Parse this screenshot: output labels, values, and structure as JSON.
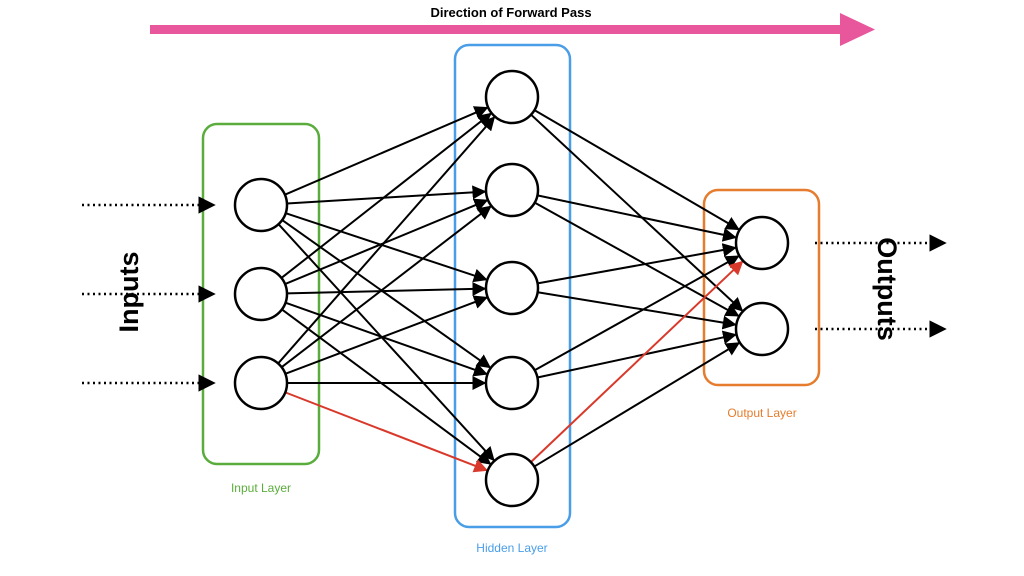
{
  "title": "Direction of Forward Pass",
  "side_labels": {
    "inputs": "Inputs",
    "outputs": "Outputs"
  },
  "layers": [
    {
      "id": "input",
      "label": "Input Layer",
      "neurons": 3
    },
    {
      "id": "hidden",
      "label": "Hidden Layer",
      "neurons": 5
    },
    {
      "id": "output",
      "label": "Output Layer",
      "neurons": 2
    }
  ],
  "highlighted_path": {
    "description_nodes": [
      "input.3",
      "hidden.5",
      "output.1"
    ]
  },
  "colors": {
    "arrow_forward_pass": "#e8569c",
    "input_layer": "#5aad3c",
    "hidden_layer": "#4a9ee8",
    "output_layer": "#e57c2e",
    "highlight_edge": "#d9392b",
    "edge": "#000000",
    "neuron_fill": "#ffffff",
    "neuron_stroke": "#000000"
  }
}
